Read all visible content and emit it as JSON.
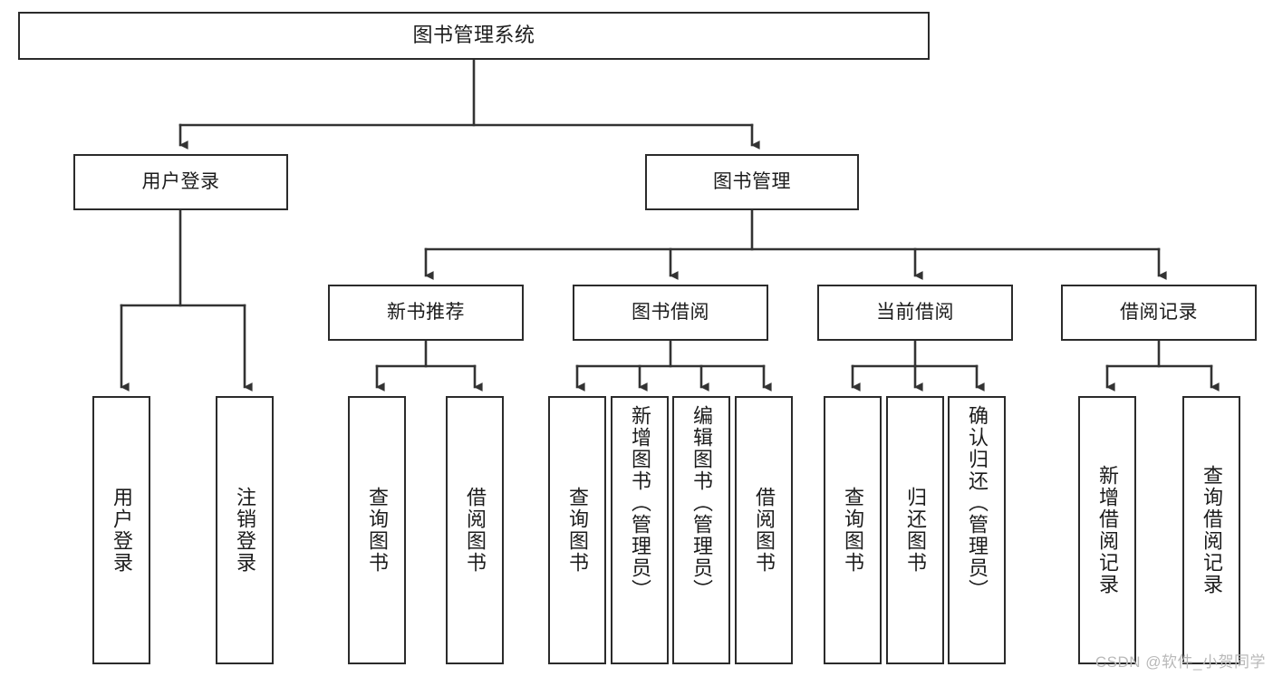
{
  "diagram": {
    "title": "图书管理系统",
    "type": "tree-hierarchy-chart",
    "watermark": "CSDN @软件_小贺同学",
    "colors": {
      "box_border": "#2b2b2b",
      "box_fill": "#ffffff",
      "connector": "#333333",
      "text": "#1c1c1c",
      "watermark": "#b9b9b9"
    },
    "root": {
      "label": "图书管理系统"
    },
    "level2": [
      {
        "label": "用户登录"
      },
      {
        "label": "图书管理"
      }
    ],
    "level3": [
      {
        "label": "新书推荐"
      },
      {
        "label": "图书借阅"
      },
      {
        "label": "当前借阅"
      },
      {
        "label": "借阅记录"
      }
    ],
    "leaves": {
      "user_login": [
        {
          "label": "用户登录"
        },
        {
          "label": "注销登录"
        }
      ],
      "new_book_recommend": [
        {
          "label": "查询图书"
        },
        {
          "label": "借阅图书"
        }
      ],
      "book_borrow": [
        {
          "label": "查询图书"
        },
        {
          "label": "新增图书（管理员）"
        },
        {
          "label": "编辑图书（管理员）"
        },
        {
          "label": "借阅图书"
        }
      ],
      "current_borrow": [
        {
          "label": "查询图书"
        },
        {
          "label": "归还图书"
        },
        {
          "label": "确认归还（管理员）"
        }
      ],
      "borrow_record": [
        {
          "label": "新增借阅记录"
        },
        {
          "label": "查询借阅记录"
        }
      ]
    }
  }
}
